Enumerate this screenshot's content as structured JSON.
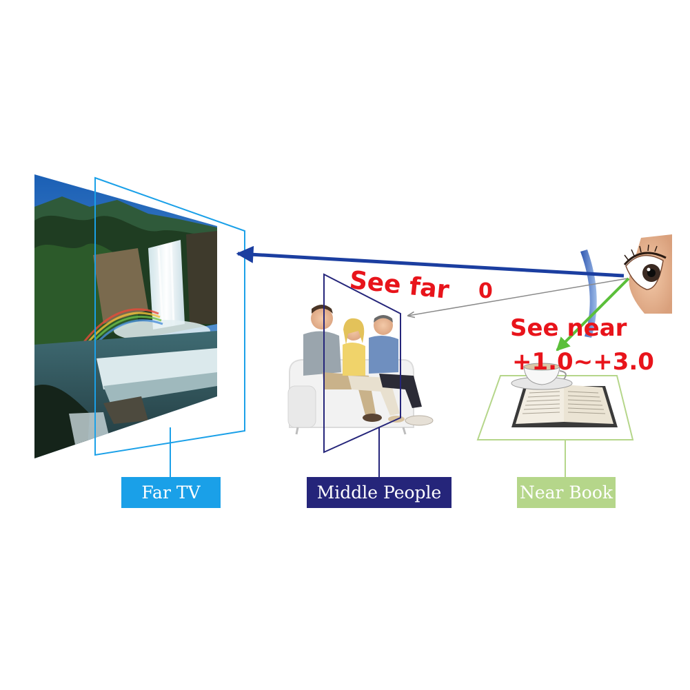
{
  "labels": {
    "see_far": "See far",
    "far_power": "0",
    "see_near": "See near",
    "near_power": "+1.0~+3.0"
  },
  "captions": {
    "far": "Far TV",
    "middle": "Middle People",
    "near": "Near Book"
  },
  "colors": {
    "label_red": "#e8141b",
    "far_blue": "#1aa0e8",
    "middle_navy": "#25257a",
    "near_green": "#b5d68a",
    "arrow_far": "#1b3ea0",
    "arrow_near": "#5bbf3a",
    "lens": "#4b74c9"
  },
  "icons": {
    "eye": "eye-icon",
    "lens": "lens-icon",
    "teacup": "teacup-icon"
  }
}
